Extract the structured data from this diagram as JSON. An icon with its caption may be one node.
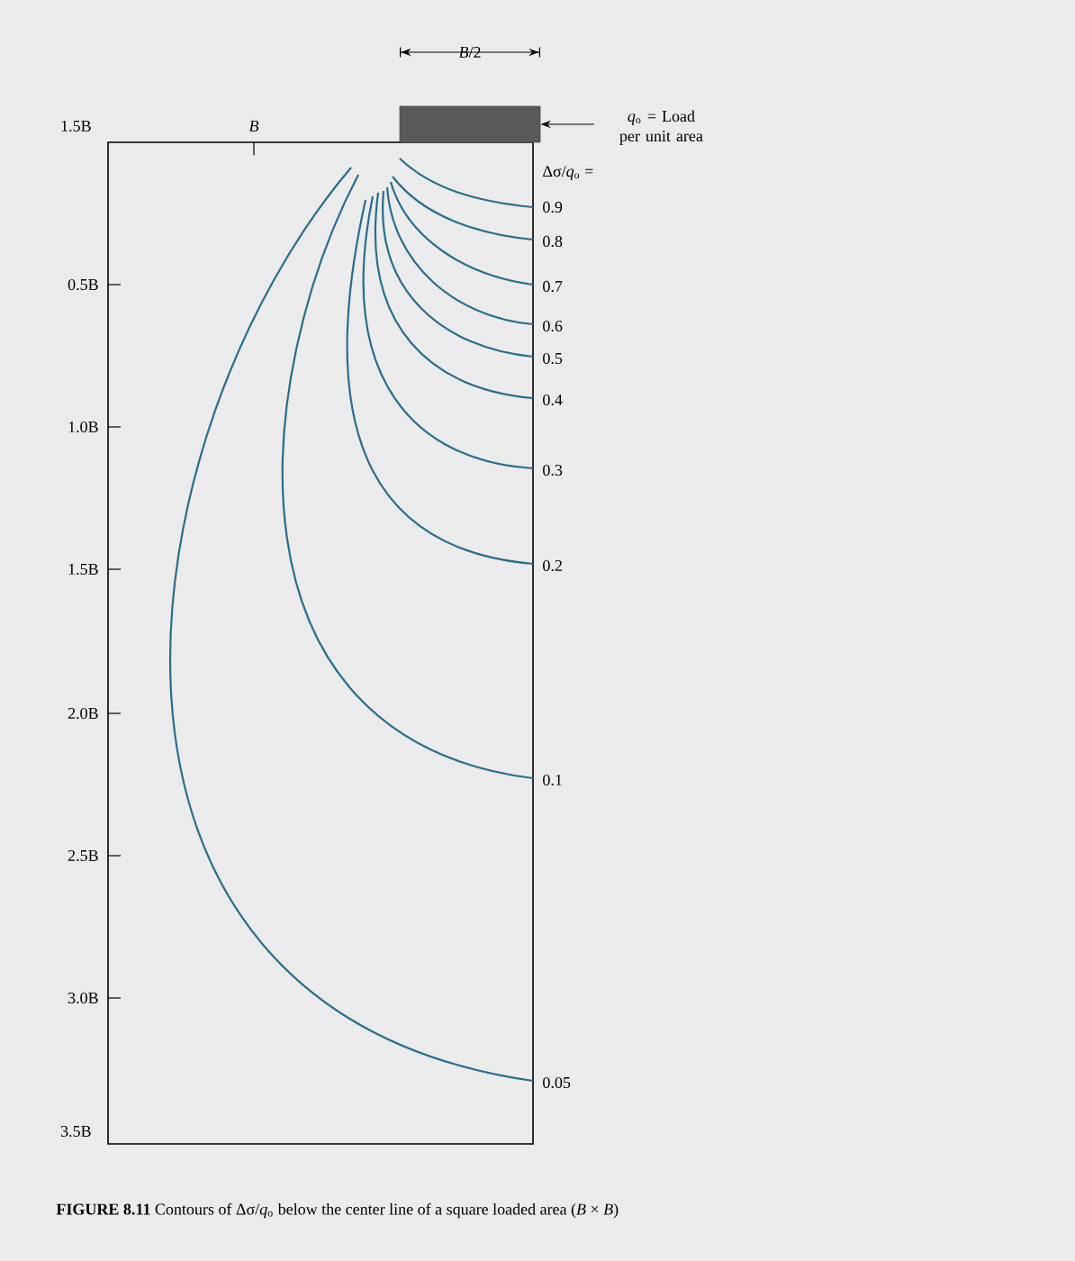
{
  "diagram": {
    "caption": "**FIGURE 8.11** Contours of Δσ/*q*$_{o}$ below the center line of a square loaded area (*B* × *B*)",
    "nodes": [
      {
        "text": [],
        "shape": "bar"
      },
      {
        "text": [
          "*q*$_{o}$ = Load per unit area"
        ]
      }
    ],
    "edges": [
      {
        "from": 1,
        "to": 0,
        "arrow": "to"
      }
    ],
    "labels": [
      "*B*/2",
      "1.5B",
      "*B*",
      "Δσ/*q*$_{o}$ =",
      "0.9",
      "0.8",
      "0.5B",
      "0.7",
      "0.6",
      "0.5",
      "0.4",
      "1.0B",
      "0.3",
      "1.5B",
      "0.2",
      "2.0B",
      "0.1",
      "2.5B",
      "3.0B",
      "0.05",
      "3.5B"
    ]
  }
}
